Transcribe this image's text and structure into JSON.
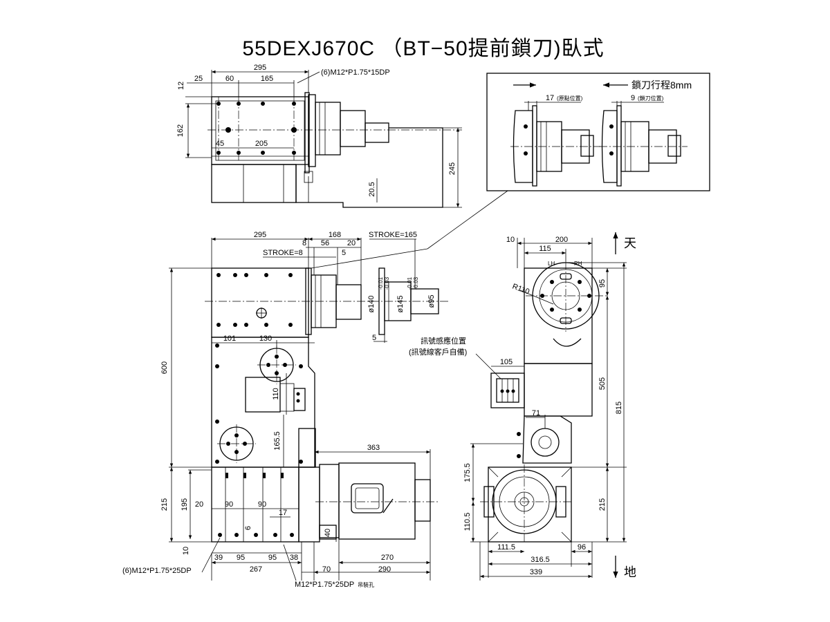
{
  "title": "55DEXJ670C （BT−50提前鎖刀)臥式",
  "top_view": {
    "dims": [
      "295",
      "25",
      "60",
      "165",
      "12",
      "162",
      "45",
      "205",
      "245",
      "20.5"
    ],
    "tap_note": "(6)M12*P1.75*15DP"
  },
  "detail": {
    "stroke_label": "鎖刀行程8mm",
    "origin_label": "17",
    "origin_note": "(原點位置)",
    "lock_label": "9",
    "lock_note": "(鎖刀位置)"
  },
  "front_view": {
    "dims": [
      "295",
      "8",
      "168",
      "56",
      "20",
      "5",
      "600",
      "101",
      "130",
      "110",
      "165.5",
      "363",
      "215",
      "195",
      "20",
      "90",
      "90",
      "17",
      "6",
      "40",
      "10",
      "39",
      "95",
      "95",
      "38",
      "270",
      "267",
      "70",
      "290",
      "5"
    ],
    "stroke_165": "STROKE=165",
    "stroke_8": "STROKE=8",
    "phi140": "ø140",
    "phi140_tol": "-0.01\n-0.03",
    "phi145": "ø145",
    "phi145_tol": "-0.01\n-0.03",
    "phi95": "ø95",
    "tap_bottom_left": "(6)M12*P1.75*25DP",
    "tap_bottom": "M12*P1.75*25DP",
    "tap_bottom_suffix": "吊裝孔"
  },
  "side_view": {
    "dims": [
      "10",
      "200",
      "115",
      "95",
      "505",
      "815",
      "105",
      "71",
      "175.5",
      "110.5",
      "215",
      "111.5",
      "96",
      "316.5",
      "339"
    ],
    "radius": "R110",
    "lh": "LH",
    "rh": "RH",
    "sky": "天",
    "ground": "地",
    "signal_note_1": "訊號感應位置",
    "signal_note_2": "(訊號線客戶自備)"
  }
}
